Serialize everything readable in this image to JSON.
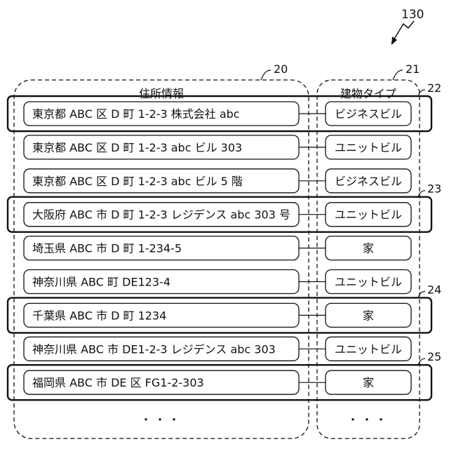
{
  "figure_ref": "130",
  "address_column": {
    "ref": "20",
    "header": "住所情報"
  },
  "type_column": {
    "ref": "21",
    "header": "建物タイプ"
  },
  "rows": [
    {
      "address": "東京都 ABC 区 D 町 1-2-3  株式会社 abc",
      "type": "ビジネスビル",
      "highlight_ref": "22"
    },
    {
      "address": "東京都 ABC 区 D 町 1-2-3  abc ビル 303",
      "type": "ユニットビル",
      "highlight_ref": ""
    },
    {
      "address": "東京都 ABC 区 D 町 1-2-3  abc ビル 5 階",
      "type": "ビジネスビル",
      "highlight_ref": ""
    },
    {
      "address": "大阪府 ABC 市 D 町 1-2-3 レジデンス abc 303 号",
      "type": "ユニットビル",
      "highlight_ref": "23"
    },
    {
      "address": "埼玉県 ABC 市 D 町 1-234-5",
      "type": "家",
      "highlight_ref": ""
    },
    {
      "address": "神奈川県 ABC 町 DE123-4",
      "type": "ユニットビル",
      "highlight_ref": ""
    },
    {
      "address": "千葉県 ABC 市 D 町 1234",
      "type": "家",
      "highlight_ref": "24"
    },
    {
      "address": "神奈川県 ABC 市 DE1-2-3 レジデンス abc 303",
      "type": "ユニットビル",
      "highlight_ref": ""
    },
    {
      "address": "福岡県 ABC 市 DE 区 FG1-2-303",
      "type": "家",
      "highlight_ref": "25"
    }
  ],
  "ellipsis": "・・・"
}
